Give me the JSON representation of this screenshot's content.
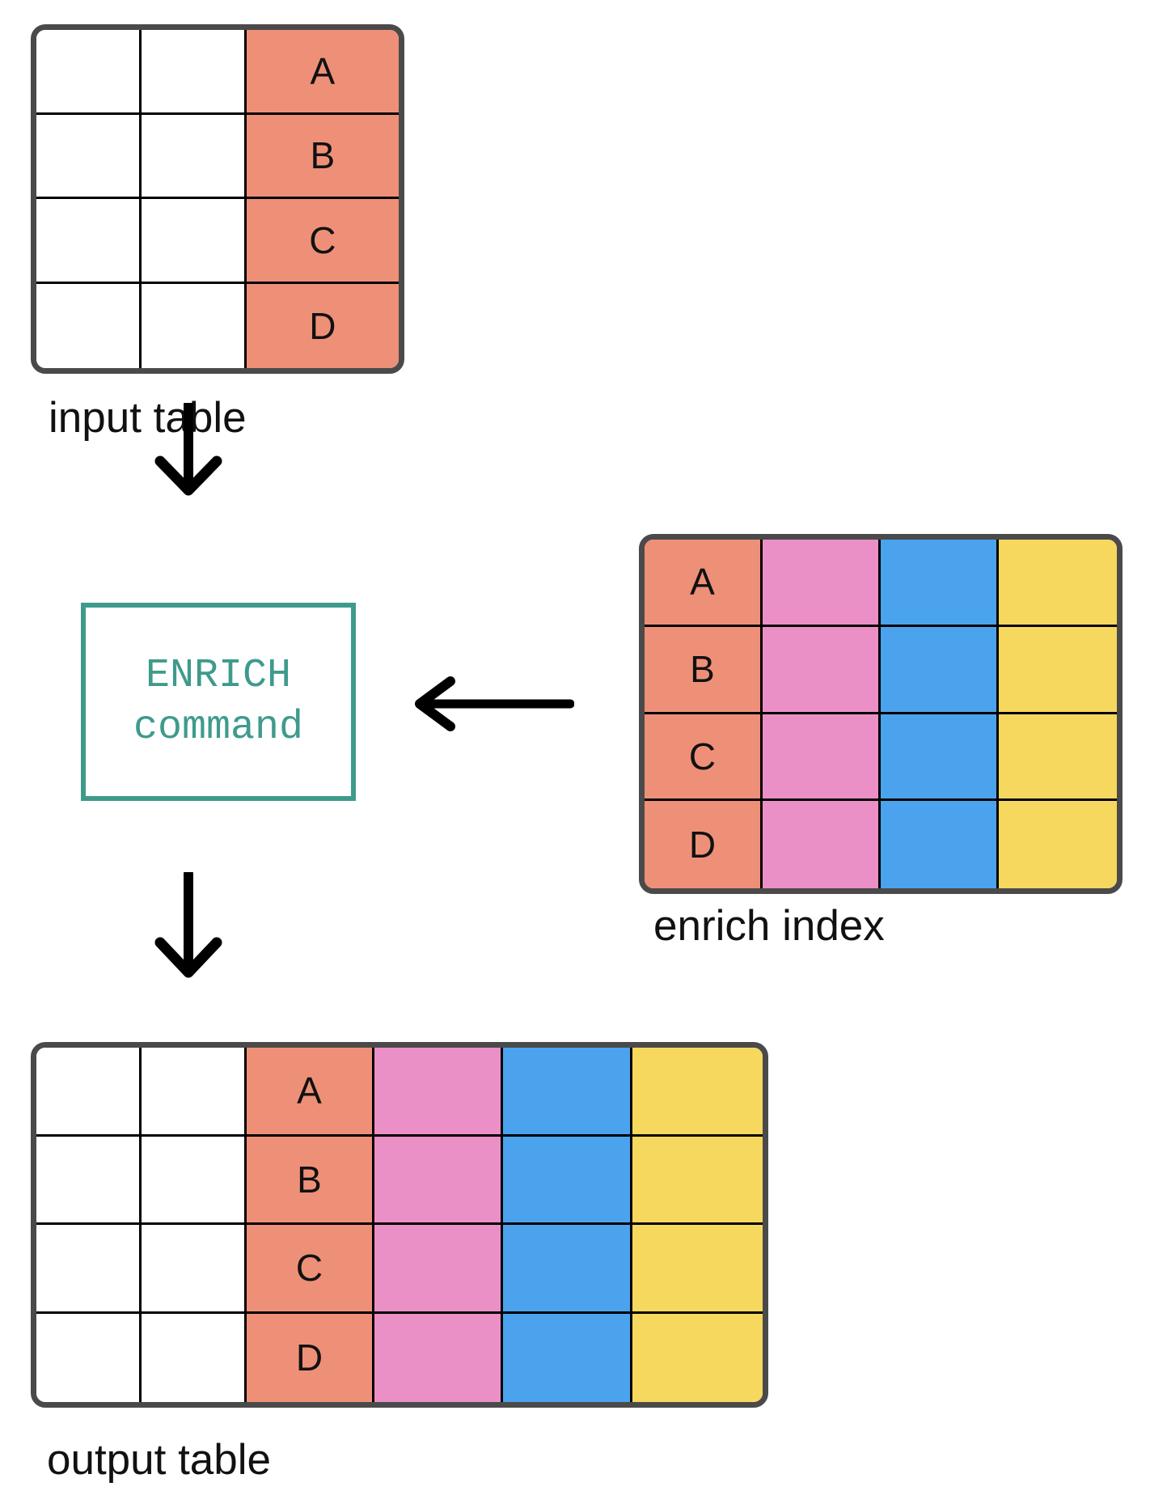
{
  "diagram": {
    "title": "ENRICH command data flow",
    "colors": {
      "key_column": "#ee9077",
      "field_pink": "#eb90c6",
      "field_blue": "#4ba3ed",
      "field_yellow": "#f7d85e",
      "table_border": "#4a4a4a",
      "cell_border": "#000000",
      "command_accent": "#3e9b8c",
      "arrow": "#000000",
      "text": "#111111",
      "background": "#ffffff"
    }
  },
  "input_table": {
    "caption": "input table",
    "column_colors": [
      "c-white",
      "c-white",
      "c-salmon"
    ],
    "rows": [
      [
        "",
        "",
        "A"
      ],
      [
        "",
        "",
        "B"
      ],
      [
        "",
        "",
        "C"
      ],
      [
        "",
        "",
        "D"
      ]
    ]
  },
  "command": {
    "line1": "ENRICH",
    "line2": "command"
  },
  "enrich_index": {
    "caption": "enrich index",
    "column_colors": [
      "c-salmon",
      "c-pink",
      "c-blue",
      "c-yellow"
    ],
    "rows": [
      [
        "A",
        "",
        "",
        ""
      ],
      [
        "B",
        "",
        "",
        ""
      ],
      [
        "C",
        "",
        "",
        ""
      ],
      [
        "D",
        "",
        "",
        ""
      ]
    ]
  },
  "output_table": {
    "caption": "output table",
    "column_colors": [
      "c-white",
      "c-white",
      "c-salmon",
      "c-pink",
      "c-blue",
      "c-yellow"
    ],
    "rows": [
      [
        "",
        "",
        "A",
        "",
        "",
        ""
      ],
      [
        "",
        "",
        "B",
        "",
        "",
        ""
      ],
      [
        "",
        "",
        "C",
        "",
        "",
        ""
      ],
      [
        "",
        "",
        "D",
        "",
        "",
        ""
      ]
    ]
  },
  "arrows": [
    {
      "name": "arrow-input-to-command",
      "direction": "down"
    },
    {
      "name": "arrow-index-to-command",
      "direction": "left"
    },
    {
      "name": "arrow-command-to-output",
      "direction": "down"
    }
  ]
}
